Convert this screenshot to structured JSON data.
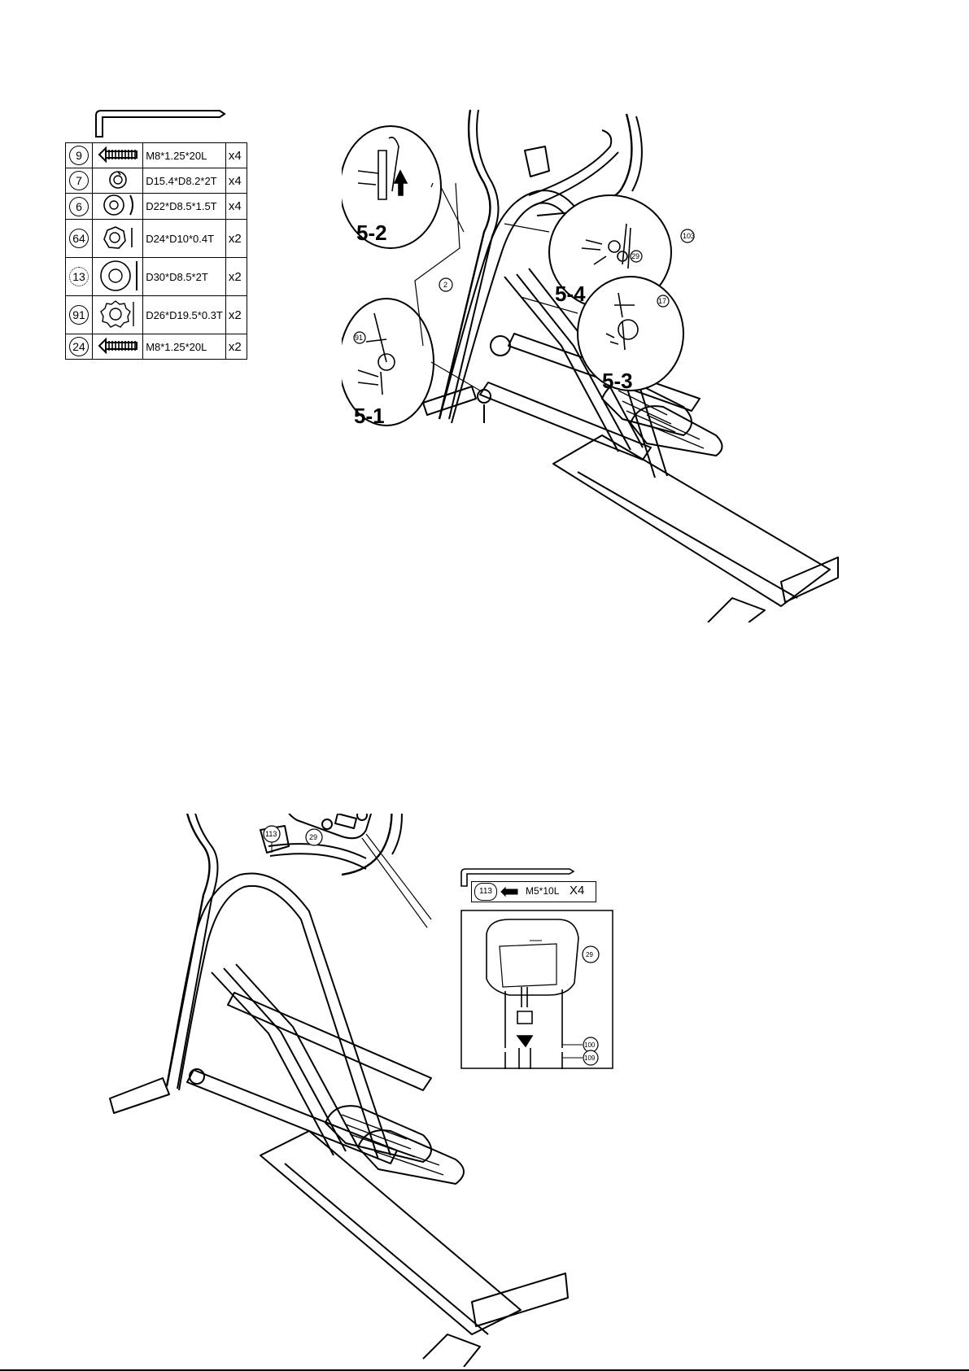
{
  "parts_table_1": [
    {
      "num": "9",
      "spec": "M8*1.25*20L",
      "qty": "x4",
      "icon": "bolt-icon"
    },
    {
      "num": "7",
      "spec": "D15.4*D8.2*2T",
      "qty": "x4",
      "icon": "spring-washer-icon"
    },
    {
      "num": "6",
      "spec": "D22*D8.5*1.5T",
      "qty": "x4",
      "icon": "flat-washer-icon"
    },
    {
      "num": "64",
      "spec": "D24*D10*0.4T",
      "qty": "x2",
      "icon": "thin-washer-icon"
    },
    {
      "num": "13",
      "spec": "D30*D8.5*2T",
      "qty": "x2",
      "icon": "large-washer-icon"
    },
    {
      "num": "91",
      "spec": "D26*D19.5*0.3T",
      "qty": "x2",
      "icon": "star-washer-icon"
    },
    {
      "num": "24",
      "spec": "M8*1.25*20L",
      "qty": "x2",
      "icon": "bolt-icon"
    }
  ],
  "step_labels": {
    "s1": "5-1",
    "s2": "5-2",
    "s3": "5-3",
    "s4": "5-4"
  },
  "callouts_top": {
    "a": "103",
    "b": "2",
    "c": "29",
    "d": "91",
    "e": "17"
  },
  "parts_table_2": {
    "num": "113",
    "spec": "M5*10L",
    "qty": "X4",
    "icon": "screw-icon"
  },
  "console_callouts": {
    "console": "29",
    "top": "113",
    "c1": "100",
    "c2": "109"
  }
}
